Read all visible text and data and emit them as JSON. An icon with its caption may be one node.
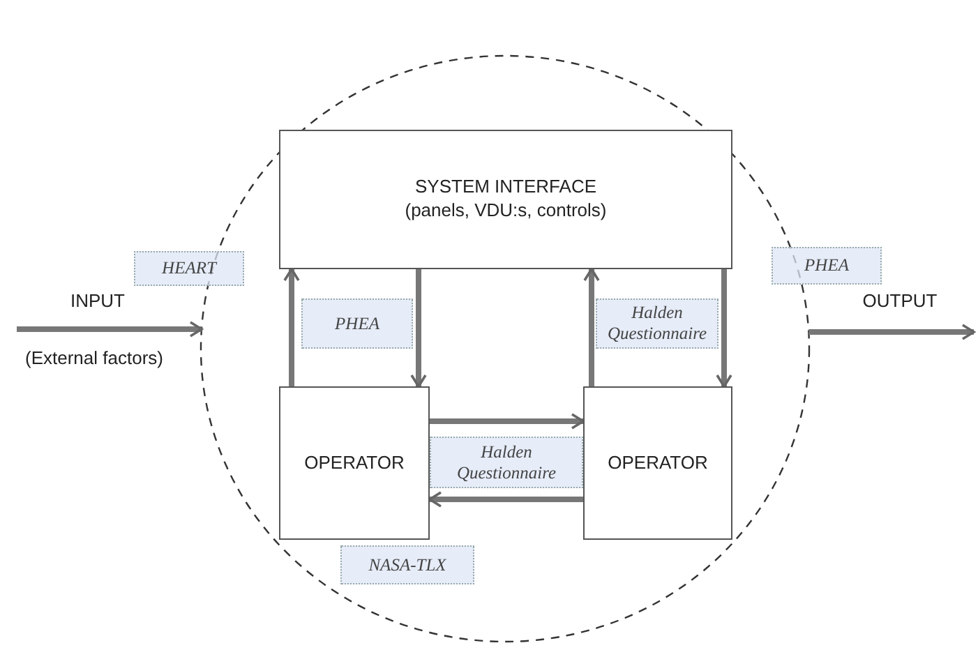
{
  "diagram": {
    "nodes": [
      {
        "text": [],
        "shape": "ellipse"
      },
      {
        "text": [
          "SYSTEM INTERFACE",
          "(panels, VDU:s, controls)"
        ],
        "in": 0
      },
      {
        "text": [
          "HEART"
        ]
      },
      {
        "text": [
          "PHEA"
        ]
      },
      {
        "text": [
          "PHEA"
        ],
        "in": 0
      },
      {
        "text": [
          "Halden Questionnaire"
        ],
        "in": 0
      },
      {
        "text": [
          "OPERATOR"
        ],
        "in": 0
      },
      {
        "text": [
          "Halden Questionnaire"
        ],
        "in": 0
      },
      {
        "text": [
          "OPERATOR"
        ],
        "in": 0
      },
      {
        "text": [
          "NASA-TLX"
        ],
        "in": 0
      }
    ],
    "edges": [
      {
        "from": null,
        "to": 0,
        "arrow": "to",
        "label": "INPUT"
      },
      {
        "from": 0,
        "to": null,
        "arrow": "to",
        "label": "OUTPUT"
      },
      {
        "from": 6,
        "to": 1,
        "arrow": "to"
      },
      {
        "from": 1,
        "to": 6,
        "arrow": "to"
      },
      {
        "from": 8,
        "to": 1,
        "arrow": "to"
      },
      {
        "from": 1,
        "to": 8,
        "arrow": "to"
      },
      {
        "from": 6,
        "to": 8,
        "arrow": "to"
      },
      {
        "from": 8,
        "to": 6,
        "arrow": "to"
      }
    ],
    "labels": [
      "(External factors)"
    ]
  }
}
